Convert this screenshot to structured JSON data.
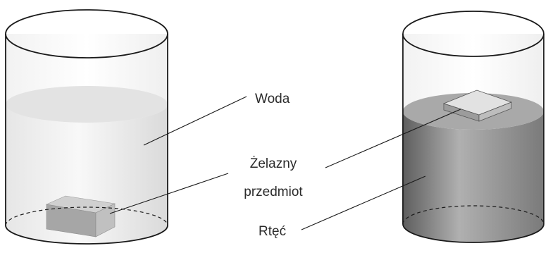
{
  "labels": {
    "water": "Woda",
    "iron_object_line1": "Żelazny",
    "iron_object_line2": "przedmiot",
    "mercury": "Rtęć"
  },
  "colors": {
    "outline": "#1a1a1a",
    "water_light": "#f3f3f3",
    "water_mid": "#e2e2e2",
    "water_surface": "#dcdcdc",
    "mercury_light": "#b9b9b9",
    "mercury_dark": "#6e6e6e",
    "mercury_surface": "#a8a8a8",
    "cube_top": "#cfcfcf",
    "cube_front": "#9a9a9a",
    "cube_side": "#bcbcbc"
  }
}
